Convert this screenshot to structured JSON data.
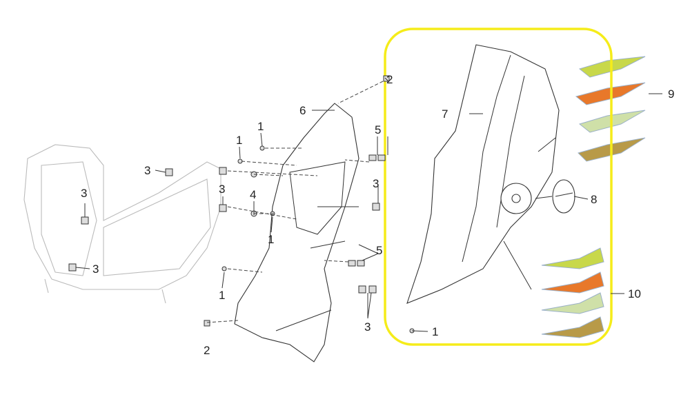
{
  "diagram": {
    "title": "Exploded parts diagram - headlight side cover assembly",
    "highlight_color": "#f5ec1a",
    "decal_colors": [
      "#c8d84a",
      "#e8782a",
      "#cfe0a8",
      "#b89a48"
    ],
    "callouts": {
      "c2a": "2",
      "c2b": "2",
      "c6": "6",
      "c1a": "1",
      "c1b": "1",
      "c1c": "1",
      "c1d": "1",
      "c1e": "1",
      "c5a": "5",
      "c5b": "5",
      "c3a": "3",
      "c3b": "3",
      "c3c": "3",
      "c3d": "3",
      "c3e": "3",
      "c3f": "3",
      "c4": "4",
      "c7": "7",
      "c8": "8",
      "c9": "9",
      "c10": "10"
    }
  }
}
